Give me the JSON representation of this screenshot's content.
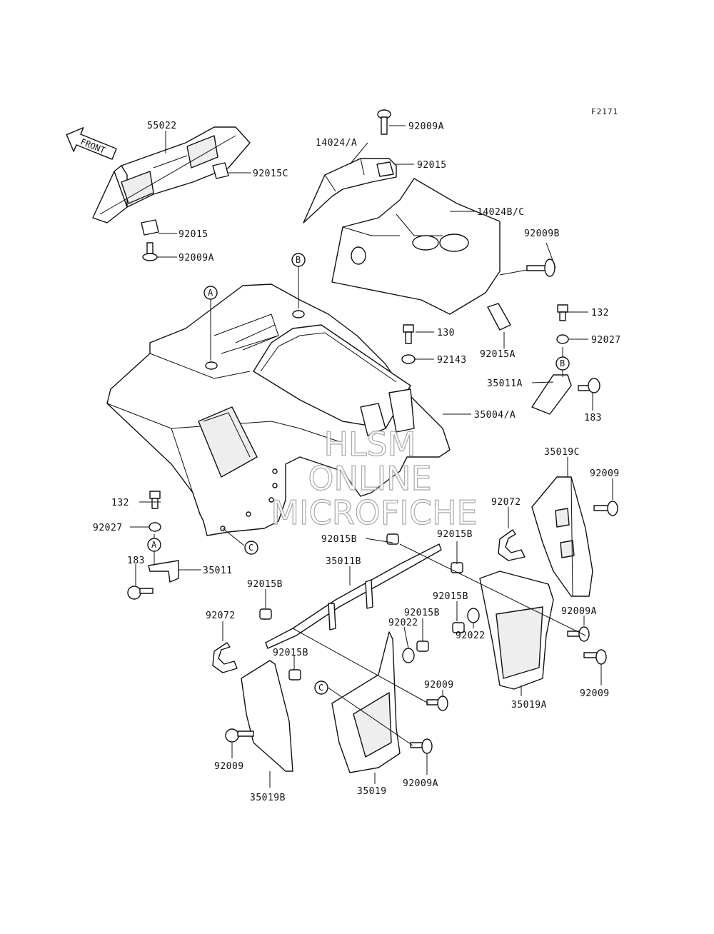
{
  "figure_code": "F2171",
  "front_arrow_label": "FRONT",
  "watermark": {
    "line1": "HLSM",
    "line2": "ONLINE",
    "line3": "MICROFICHE"
  },
  "ref_markers": {
    "a": "A",
    "b": "B",
    "c": "C"
  },
  "callouts": {
    "p55022": "55022",
    "p92015c": "92015C",
    "p92015_left": "92015",
    "p92009a_left": "92009A",
    "p92009a_top": "92009A",
    "p14024a": "14024/A",
    "p92015_top": "92015",
    "p14024bc": "14024B/C",
    "p92009b": "92009B",
    "p132_right": "132",
    "p92027_right": "92027",
    "p130": "130",
    "p92143": "92143",
    "p92015a": "92015A",
    "p35011a": "35011A",
    "p183_right": "183",
    "p35004a": "35004/A",
    "p35019c": "35019C",
    "p92009_right1": "92009",
    "p92072_right": "92072",
    "p132_left": "132",
    "p92027_left": "92027",
    "p183_left": "183",
    "p35011": "35011",
    "p92015b_1": "92015B",
    "p92015b_2": "92015B",
    "p35011b": "35011B",
    "p92015b_3": "92015B",
    "p92015b_4": "92015B",
    "p92015b_5": "92015B",
    "p92022_1": "92022",
    "p92022_2": "92022",
    "p92009a_right": "92009A",
    "p92009_right2": "92009",
    "p92072_left": "92072",
    "p92015b_6": "92015B",
    "p92009_mid": "92009",
    "p35019a": "35019A",
    "p92009_left": "92009",
    "p35019b": "35019B",
    "p35019": "35019",
    "p92009a_bottom": "92009A"
  }
}
